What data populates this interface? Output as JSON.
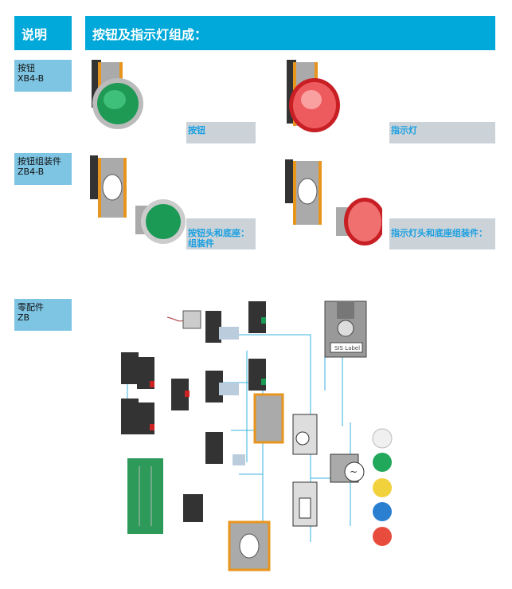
{
  "header": {
    "left_title": "说明",
    "main_title": "按钮及指示灯组成："
  },
  "sections": [
    {
      "label_line1": "按钮",
      "label_line2": "XB4-B"
    },
    {
      "label_line1": "按钮组装件",
      "label_line2": "ZB4-B"
    },
    {
      "label_line1": "零配件",
      "label_line2": "ZB"
    }
  ],
  "captions": {
    "pushbutton": "按钮",
    "pilot_light": "指示灯",
    "pushbutton_head_base": "按钮头和底座：组装件",
    "pilot_head_base": "指示灯头和底座组装件："
  },
  "diagram": {
    "label_tag": "SIS Label"
  },
  "colors": {
    "accent": "#00a9d9",
    "label_bg": "#7ec5e3",
    "caption_bg": "#cbd3d9",
    "caption_text": "#1a9fe0"
  },
  "lens_colors": [
    "#f0f0f0",
    "#22a85a",
    "#f2d23c",
    "#2a7fd0",
    "#e84c3d"
  ]
}
